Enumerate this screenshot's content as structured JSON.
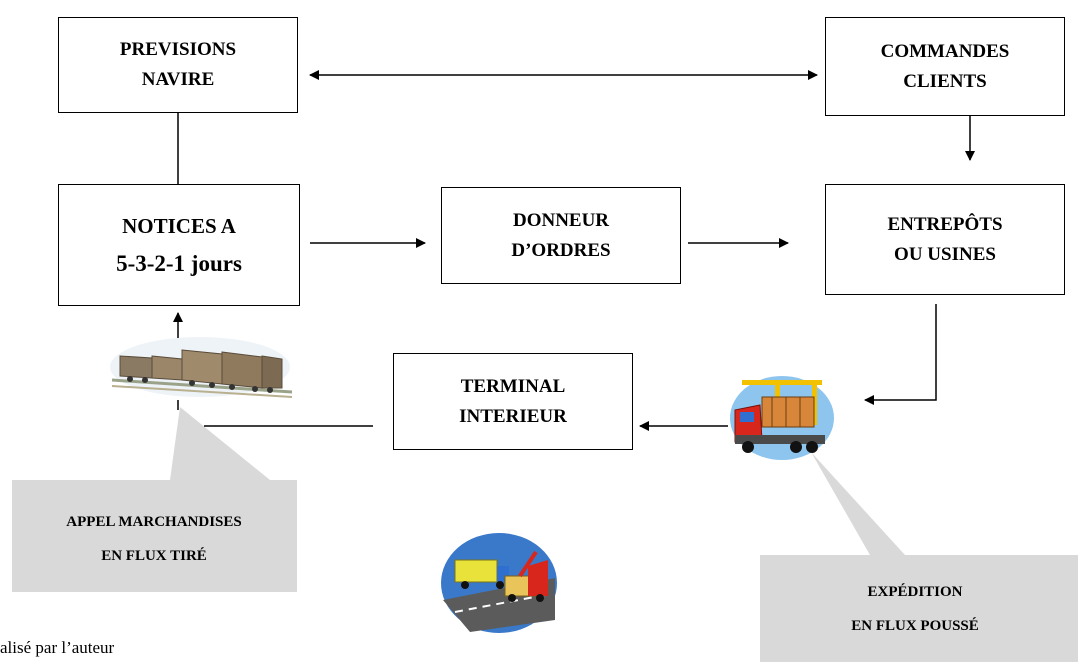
{
  "boxes": {
    "previsions": [
      "PREVISIONS",
      "NAVIRE"
    ],
    "commandes": [
      "COMMANDES",
      "CLIENTS"
    ],
    "notices": [
      "NOTICES A",
      "5-3-2-1 jours"
    ],
    "donneur": [
      "DONNEUR",
      "D’ORDRES"
    ],
    "entrepots": [
      "ENTREPÔTS",
      "OU USINES"
    ],
    "terminal": [
      "TERMINAL",
      "INTERIEUR"
    ]
  },
  "callouts": {
    "appel": [
      "APPEL MARCHANDISES",
      "EN FLUX TIRÉ"
    ],
    "expedition": [
      "EXPÉDITION",
      "EN FLUX POUSSÉ"
    ]
  },
  "caption": "alisé par l’auteur",
  "colors": {
    "callout_fill": "#d9d9d9",
    "line": "#000000",
    "truck_red": "#d9261c",
    "truck_blue": "#2f6fd0",
    "crane_yellow": "#f2c200"
  },
  "icons": [
    "train-illustration",
    "truck-crane-illustration",
    "highway-trucks-illustration"
  ]
}
